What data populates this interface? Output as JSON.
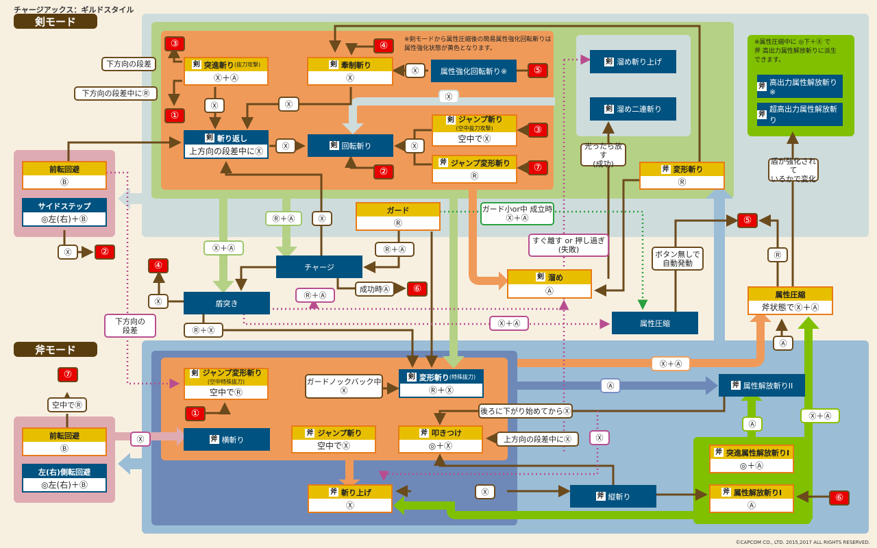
{
  "title": "チャージアックス：ギルドスタイル",
  "copyright": "©CAPCOM CO., LTD. 2015,2017 ALL RIGHTS RESERVED.",
  "modes": {
    "sword": "剣モード",
    "axe": "斧モード"
  },
  "tags": {
    "sword": "剣",
    "axe": "斧"
  },
  "colors": {
    "sword_region": "#cfdcdc",
    "sword_inner": "#b5d186",
    "orange_zone": "#f09a5a",
    "axe_region": "#9bbdd6",
    "axe_inner": "#6e89b8",
    "evade_region": "#dfabb2",
    "lime": "#80c000",
    "node_header": "#e8bf00",
    "node_blue": "#005280",
    "arrow": "#6b4a1c",
    "badge_red": "#e80000"
  },
  "notes": {
    "sword_note": "※剣モードから属性圧縮後の簡易属性強化回転斬りは\n属性強化状態が黄色となります。",
    "super_note": "※属性圧縮中に ◎下＋Ⓧ で\n斧 高出力属性解放斬りに派生\nできます。"
  },
  "sword": {
    "charge_slash": {
      "name": "突進斬り",
      "sub": "(抜刀攻撃)",
      "input": "Ⓧ＋Ⓐ"
    },
    "restrain_slash": {
      "name": "牽制斬り",
      "input": "Ⓧ"
    },
    "element_spin": {
      "name": "属性強化回転斬り※"
    },
    "return_slash": {
      "name": "斬り返し",
      "input": "上方向の段差中にⓍ"
    },
    "spin_slash": {
      "name": "回転斬り"
    },
    "jump_slash": {
      "name": "ジャンプ斬り",
      "sub": "(空中抜刀攻撃)",
      "input": "空中でⓍ"
    },
    "jump_morph": {
      "name": "ジャンプ変形斬り",
      "input": "Ⓡ"
    },
    "charged_rising": {
      "name": "溜め斬り上げ"
    },
    "charged_double": {
      "name": "溜め二連斬り"
    },
    "morph_slash": {
      "name": "変形斬り",
      "input": "Ⓡ"
    },
    "charge": {
      "name": "溜め",
      "input": "Ⓐ"
    },
    "guard": {
      "name": "ガード",
      "input": "Ⓡ"
    },
    "charge_phial": {
      "name": "チャージ"
    },
    "shield_thrust": {
      "name": "盾突き"
    },
    "condense": {
      "name": "属性圧縮"
    }
  },
  "super": {
    "high_amped": {
      "name": "高出力属性解放斬り※"
    },
    "ultra_amped": {
      "name": "超高出力属性解放斬り"
    }
  },
  "evade_sword": {
    "roll": {
      "name": "前転回避",
      "input": "Ⓑ"
    },
    "sidestep": {
      "name": "サイドステップ",
      "input": "◎左(右)＋Ⓑ"
    }
  },
  "evade_axe": {
    "roll": {
      "name": "前転回避",
      "input": "Ⓑ"
    },
    "side_roll": {
      "name": "左(右)側転回避",
      "input": "◎左(右)＋Ⓑ"
    }
  },
  "axe": {
    "jump_morph": {
      "name": "ジャンプ変形斬り",
      "sub": "(空中特殊抜刀)",
      "input": "空中でⓇ"
    },
    "side_slash": {
      "name": "横斬り"
    },
    "morph_slash": {
      "name": "変形斬り",
      "sub": "(特殊抜刀)",
      "input": "Ⓡ＋Ⓧ"
    },
    "jump_slash": {
      "name": "ジャンプ斬り",
      "input": "空中でⓍ"
    },
    "slam": {
      "name": "叩きつけ",
      "input": "◎＋Ⓧ"
    },
    "rising_slash": {
      "name": "斬り上げ",
      "input": "Ⓧ"
    },
    "vertical": {
      "name": "縦斬り"
    },
    "aed2": {
      "name": "属性解放斬りII"
    },
    "dash_aed1": {
      "name": "突進属性解放斬りI",
      "input": "◎＋Ⓐ"
    },
    "aed1": {
      "name": "属性解放斬りI",
      "input": "Ⓐ"
    },
    "condense": {
      "name": "属性圧縮",
      "input": "斧状態でⓍ＋Ⓐ"
    }
  },
  "labels": {
    "down_ledge": "下方向の段差",
    "down_ledge_r": "下方向の段差中にⓇ",
    "x": "Ⓧ",
    "a": "Ⓐ",
    "r": "Ⓡ",
    "xa": "Ⓧ＋Ⓐ",
    "ra": "Ⓡ＋Ⓐ",
    "rx": "Ⓡ＋Ⓧ",
    "release_success": "光ったら放す\n(成功)",
    "release_fail": "すぐ離す or 押し過ぎ\n(失敗)",
    "guard_success": "ガード小or中 成立時\nⓍ＋Ⓐ",
    "success_a": "成功時Ⓐ",
    "down_ledge2": "下方向の\n段差",
    "auto": "ボタン無しで\n自動発動",
    "shield_change": "盾が強化されて\nいるかで変化",
    "guard_knockback": "ガードノックバック中\nⓍ",
    "after_back": "後ろに下がり始めてからⓍ",
    "up_ledge": "上方向の段差中にⓍ",
    "midair_r": "空中でⓇ"
  },
  "badges": {
    "n1": "①",
    "n2": "②",
    "n3": "③",
    "n4": "④",
    "n5": "⑤",
    "n6": "⑥",
    "n7": "⑦"
  }
}
